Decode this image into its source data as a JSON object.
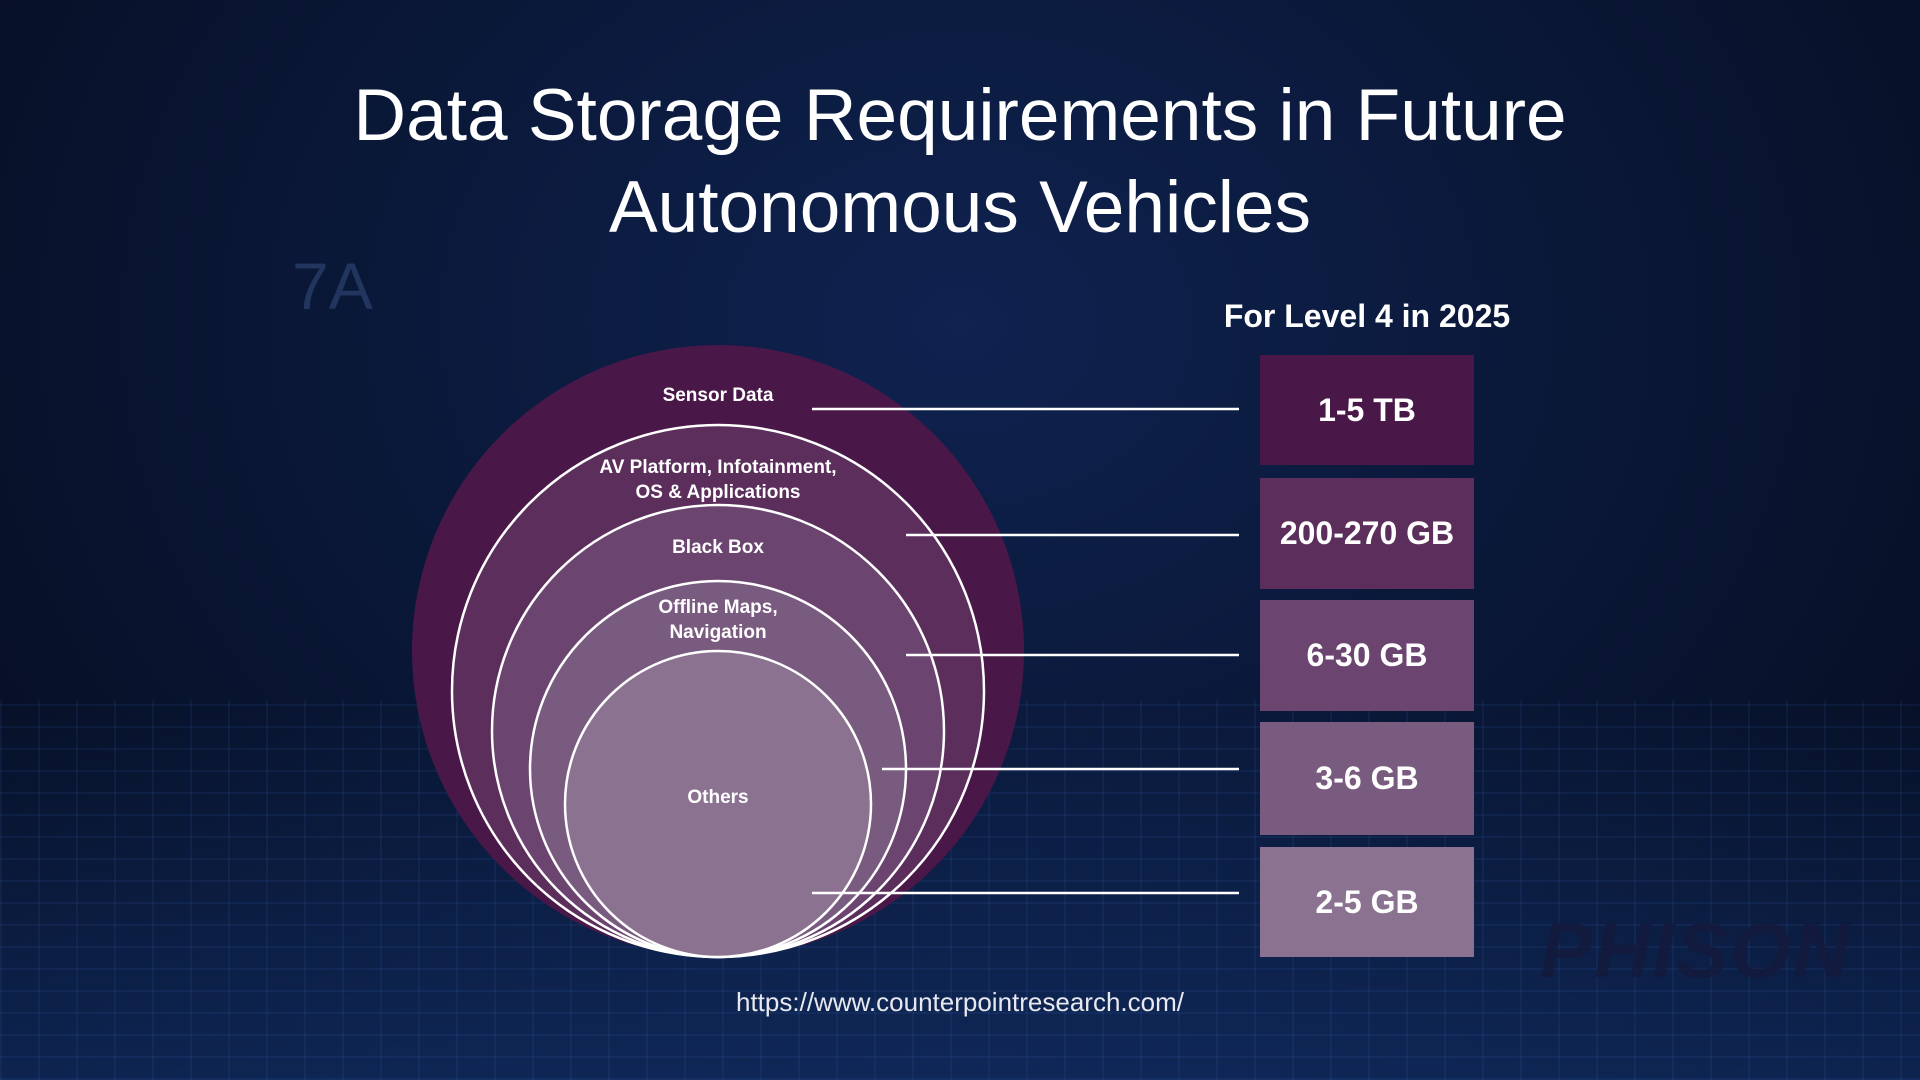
{
  "title_line1": "Data Storage Requirements in Future",
  "title_line2": "Autonomous Vehicles",
  "background_text": "7A",
  "heading": "For Level 4 in 2025",
  "layers": [
    {
      "label": "Sensor Data",
      "value": "1-5 TB",
      "color": "#4a1848"
    },
    {
      "label_line1": "AV Platform, Infotainment,",
      "label_line2": "OS & Applications",
      "value": "200-270 GB",
      "color": "#5b2e5c"
    },
    {
      "label": "Black Box",
      "value": "6-30 GB",
      "color": "#6b4570"
    },
    {
      "label_line1": "Offline Maps,",
      "label_line2": "Navigation",
      "value": "3-6 GB",
      "color": "#7a5b80"
    },
    {
      "label": "Others",
      "value": "2-5 GB",
      "color": "#8a7290"
    }
  ],
  "source_url": "https://www.counterpointresearch.com/",
  "watermark": "PHISON"
}
